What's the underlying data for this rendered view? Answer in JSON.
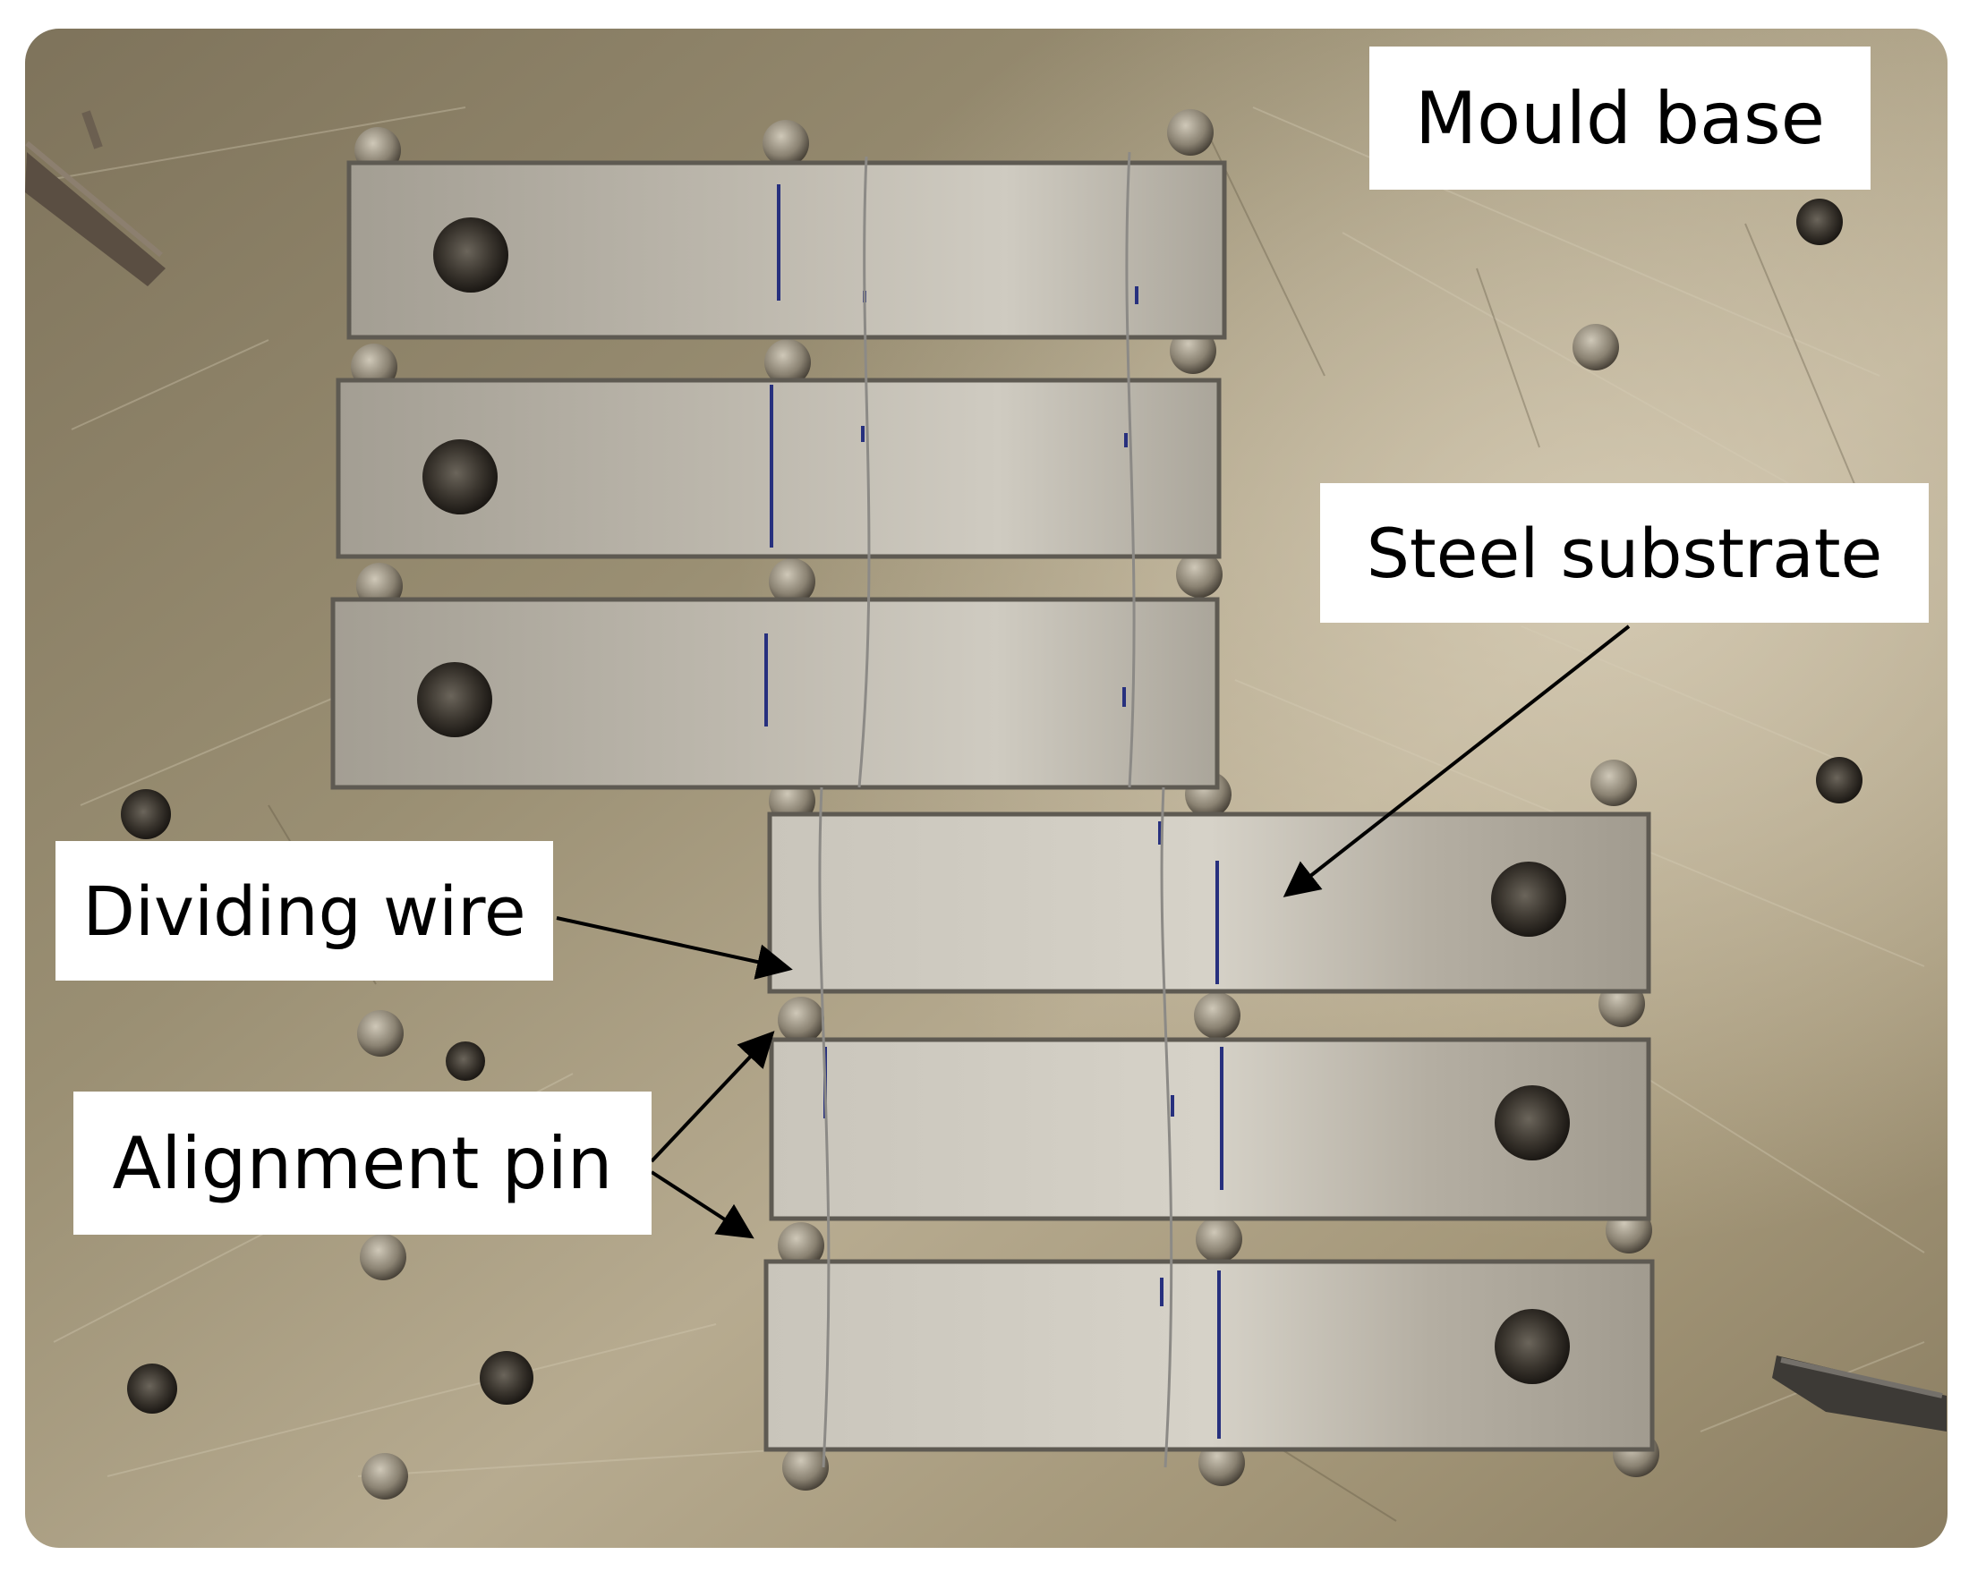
{
  "figure": {
    "labels": {
      "mould_base": "Mould base",
      "steel_substrate": "Steel substrate",
      "dividing_wire": "Dividing wire",
      "alignment_pin": "Alignment pin"
    },
    "colors": {
      "mould_base": "#8f8467",
      "mould_base_highlight": "#c4b99e",
      "steel_strip": "#b9b5aa",
      "steel_strip_edge": "#5e5a52",
      "pin": "#7c7466",
      "hole": "#1d1a16",
      "pen_mark": "#27307e",
      "wire": "#8c8a86",
      "arrow": "#000000",
      "label_background": "#ffffff"
    }
  }
}
